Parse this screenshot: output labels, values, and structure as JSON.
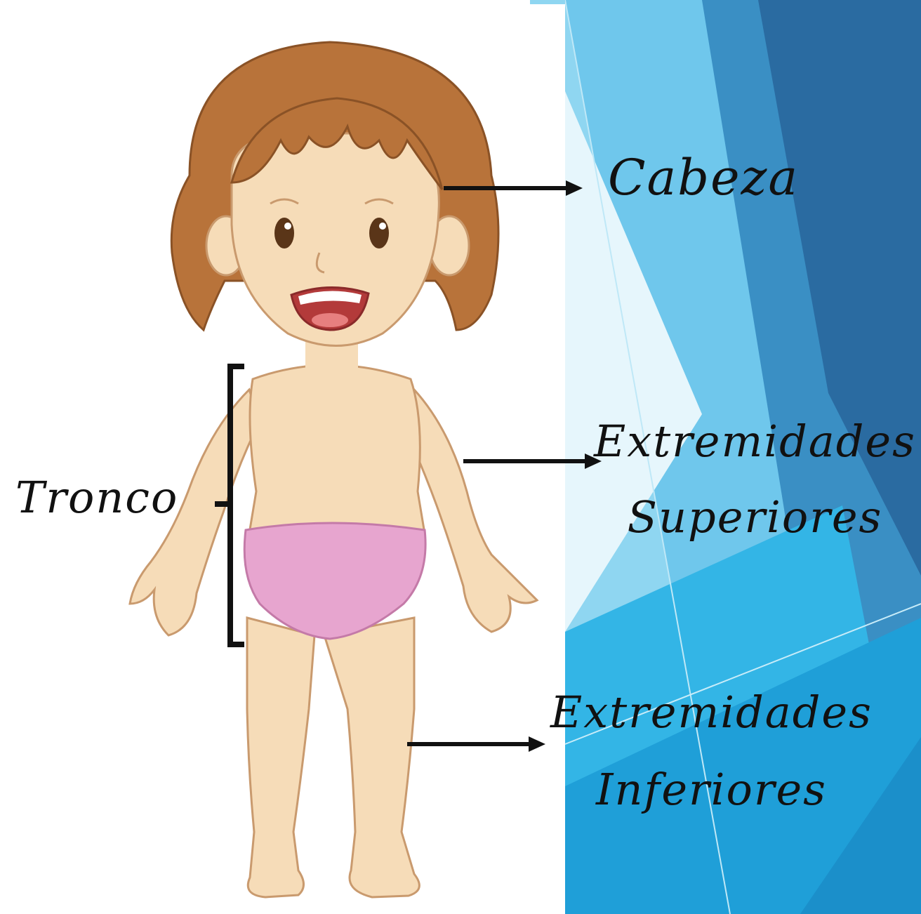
{
  "labels": {
    "cabeza": "Cabeza",
    "superiores_line1": "Extremidades",
    "superiores_line2": "Superiores",
    "inferiores_line1": "Extremidades",
    "inferiores_line2": "Inferiores",
    "tronco": "Tronco"
  },
  "colors": {
    "skin": "#f6dcb8",
    "skin_outline": "#c99a6e",
    "hair": "#b8733a",
    "underwear": "#e7a5cf",
    "arrow": "#111111",
    "bg_light_blue": "#7fd0ef",
    "bg_mid_blue": "#35b4e6",
    "bg_dark_blue": "#2b6ea4"
  },
  "icons": [
    "child-figure",
    "arrow-right-icon",
    "bracket-icon"
  ]
}
